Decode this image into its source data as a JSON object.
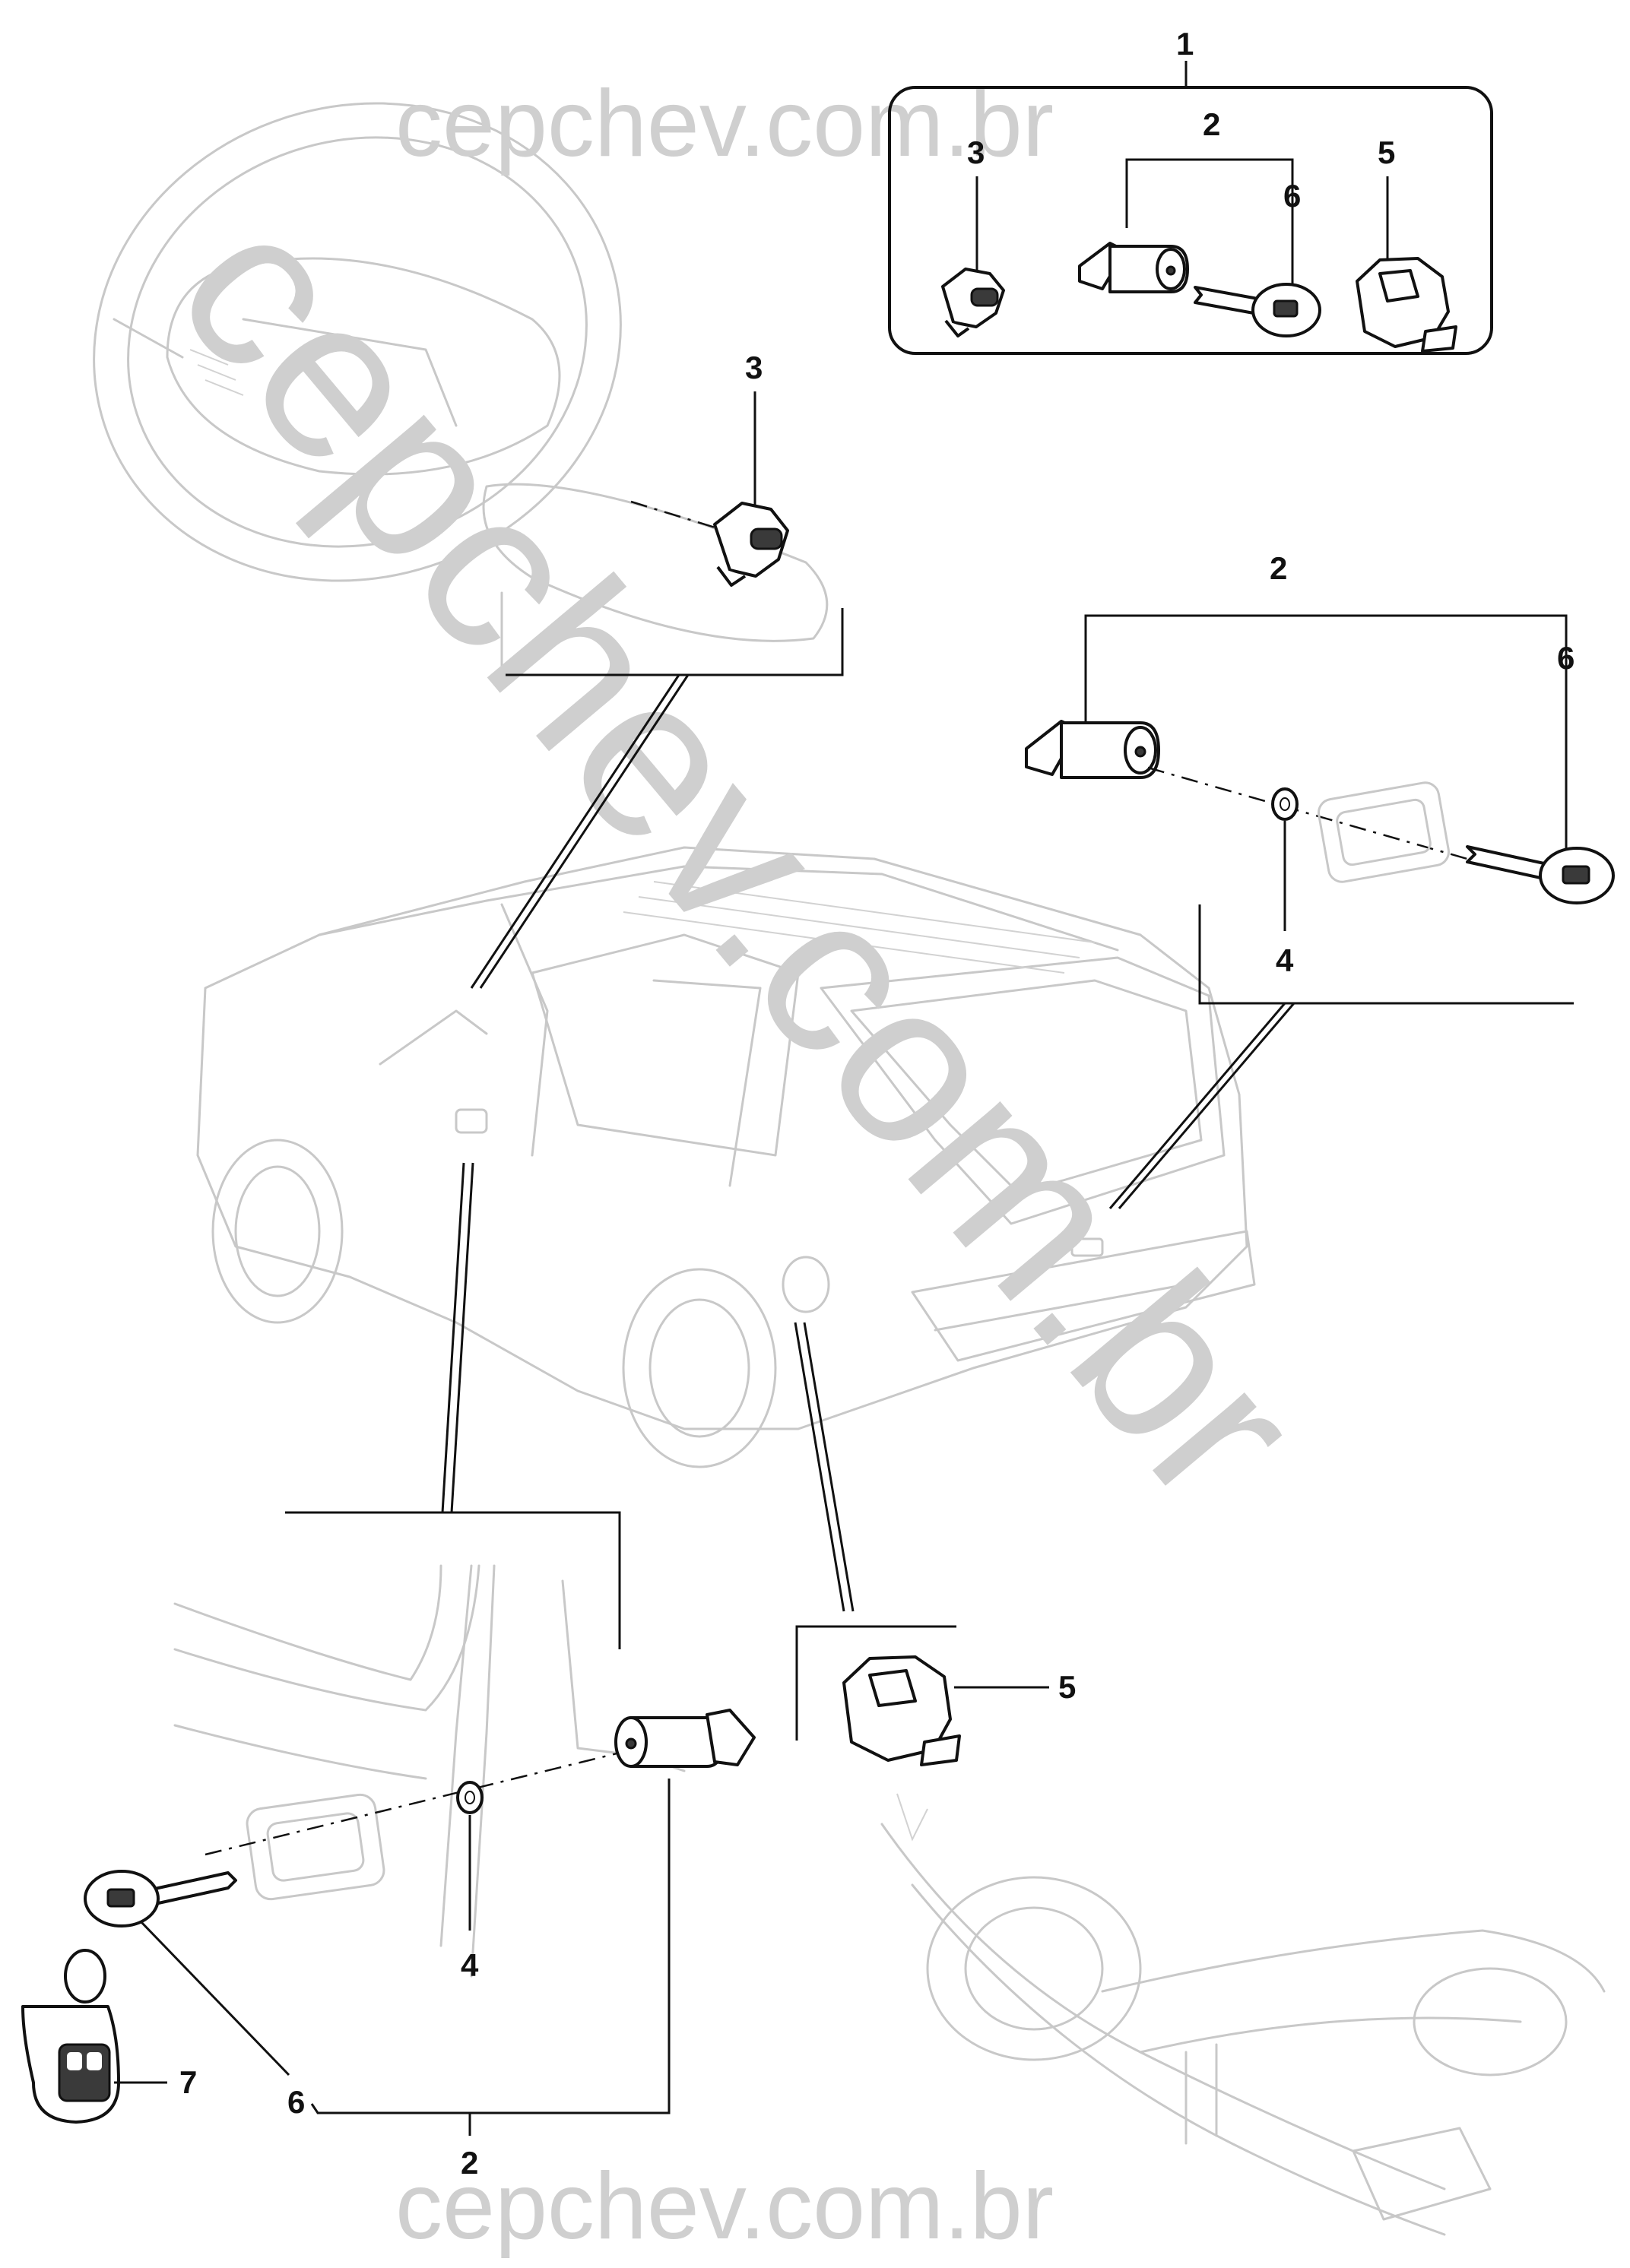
{
  "watermark": {
    "top": "cepchev.com.br",
    "diagonal": "cepchev.com.br",
    "bottom": "cepchev.com.br"
  },
  "callouts": {
    "kit_set": "1",
    "kit_door_lock": "2",
    "kit_key": "6",
    "kit_ignition": "3",
    "kit_fuel_cap": "5",
    "ignition_lock": "3",
    "rear_lock": "2",
    "rear_key": "6",
    "rear_washer": "4",
    "fuel_cap": "5",
    "door_washer": "4",
    "door_key": "6",
    "door_lock": "2",
    "remote": "7"
  },
  "colors": {
    "ink": "#111111",
    "ghost_lines": "#c8c8c8",
    "watermark": "#cfcfcf"
  }
}
